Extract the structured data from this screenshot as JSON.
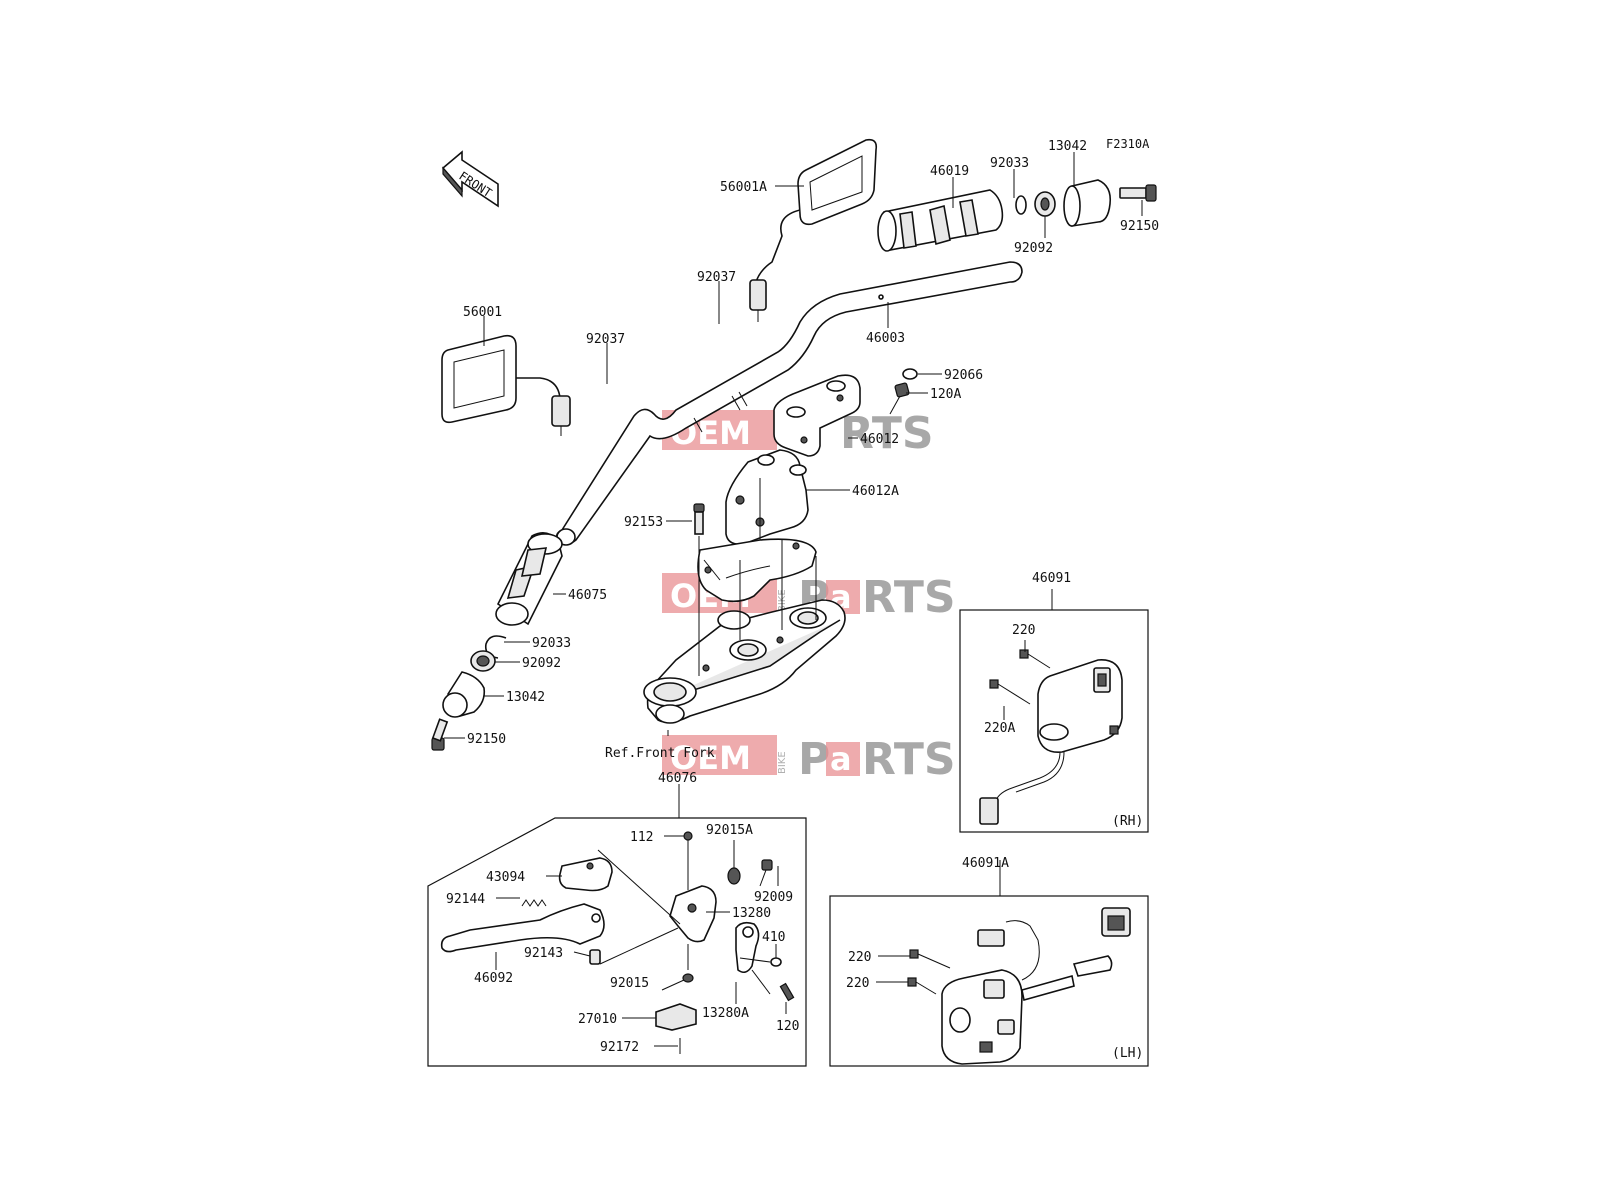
{
  "diagram": {
    "code": "F2310A",
    "front_label": "FRONT",
    "ref_label": "Ref.Front Fork",
    "watermark": {
      "oem": "OEM",
      "bike": "BIKE",
      "p": "P",
      "a": "a",
      "rts": "RTS"
    },
    "boxes": {
      "rh": {
        "number": "46091",
        "tag": "(RH)"
      },
      "lh": {
        "number": "46091A",
        "tag": "(LH)"
      },
      "lever": {
        "number": "46076"
      }
    },
    "labels": {
      "p56001A": "56001A",
      "p46019": "46019",
      "p92033_top": "92033",
      "p13042_top": "13042",
      "p92150_top": "92150",
      "p92092_top": "92092",
      "p92037_a": "92037",
      "p92037_b": "92037",
      "p56001": "56001",
      "p46003": "46003",
      "p92066": "92066",
      "p120A": "120A",
      "p46012": "46012",
      "p46012A": "46012A",
      "p92153": "92153",
      "p46075": "46075",
      "p92033_l": "92033",
      "p92092_l": "92092",
      "p13042_l": "13042",
      "p92150_l": "92150",
      "p220_rh": "220",
      "p220A": "220A",
      "p112": "112",
      "p92015A": "92015A",
      "p43094": "43094",
      "p92009": "92009",
      "p92144": "92144",
      "p13280": "13280",
      "p410": "410",
      "p92143": "92143",
      "p46092": "46092",
      "p92015": "92015",
      "p13280A": "13280A",
      "p27010": "27010",
      "p120": "120",
      "p92172": "92172",
      "p220_lh1": "220",
      "p220_lh2": "220"
    }
  }
}
